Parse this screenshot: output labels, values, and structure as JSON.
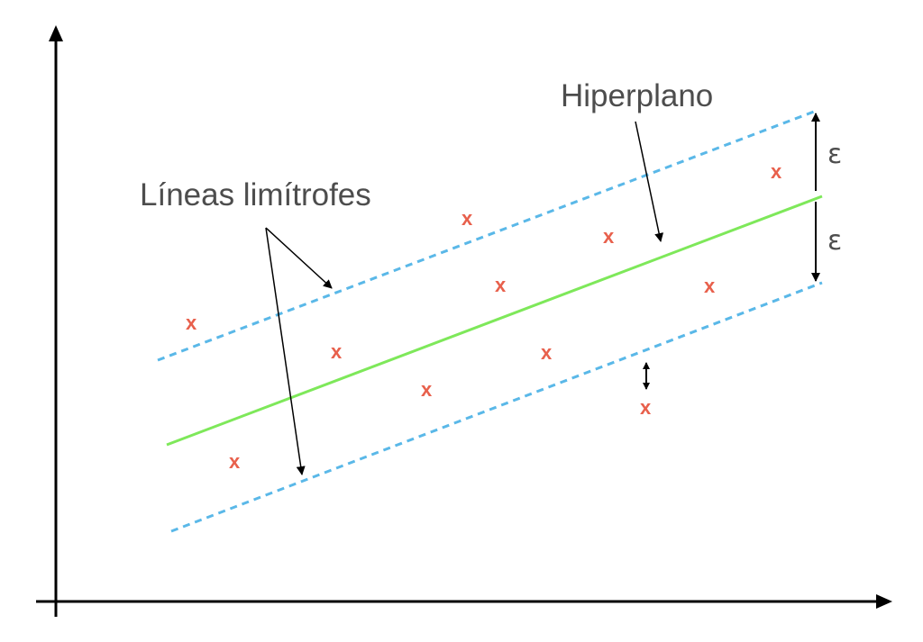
{
  "labels": {
    "hyperplane": "Hiperplano",
    "boundary_lines": "Líneas limítrofes",
    "epsilon_upper": "ε",
    "epsilon_lower": "ε"
  },
  "point_marker": "x",
  "points_count_text": "11",
  "colors": {
    "axis": "#000000",
    "hyperplane": "#7ee85a",
    "boundary": "#5ab8e8",
    "points": "#e8604c",
    "text": "#4d4d4d",
    "arrows": "#000000"
  }
}
